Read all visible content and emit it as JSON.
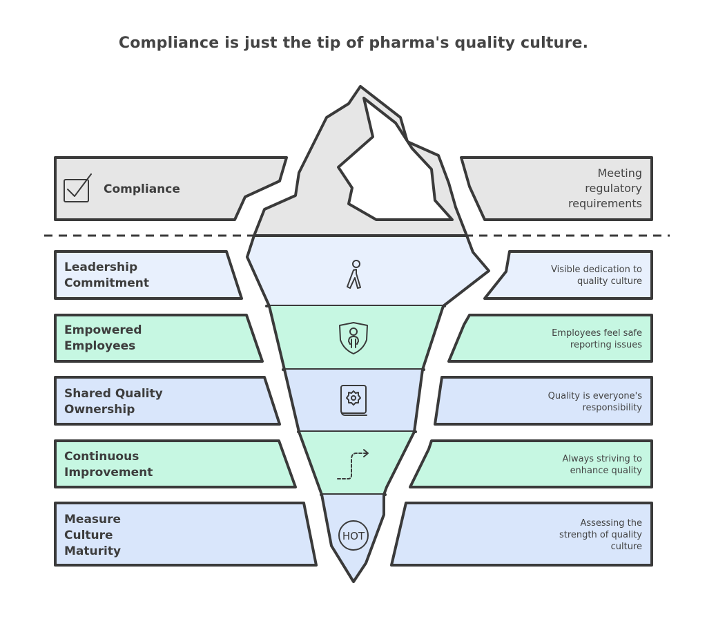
{
  "title": "Compliance is just the tip of pharma's quality culture.",
  "colors": {
    "gray": "#e6e6e6",
    "light_blue": "#e8f0fd",
    "green": "#c6f7e2",
    "blue": "#d9e6fb",
    "outline": "#3a3a3a"
  },
  "tip": {
    "label": "Compliance",
    "icon": "checkbox-check-icon",
    "description": "Meeting\nregulatory\nrequirements"
  },
  "layers": [
    {
      "label": "Leadership\nCommitment",
      "icon": "walking-person-icon",
      "description": "Visible dedication to\nquality culture",
      "color": "light_blue"
    },
    {
      "label": "Empowered\nEmployees",
      "icon": "shield-person-icon",
      "description": "Employees feel safe\nreporting issues",
      "color": "green"
    },
    {
      "label": "Shared Quality\nOwnership",
      "icon": "gear-book-icon",
      "description": "Quality is everyone's\nresponsibility",
      "color": "blue"
    },
    {
      "label": "Continuous\nImprovement",
      "icon": "dashed-path-arrow-icon",
      "description": "Always striving to\nenhance quality",
      "color": "green"
    },
    {
      "label": "Measure\nCulture\nMaturity",
      "icon": "hot-badge-icon",
      "icon_text": "HOT",
      "description": "Assessing the\nstrength of quality\nculture",
      "color": "blue"
    }
  ]
}
